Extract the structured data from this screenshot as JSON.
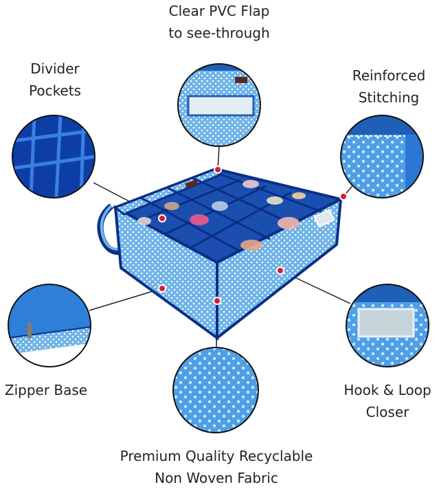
{
  "features": [
    {
      "id": "pvc-flap",
      "lines": [
        "Clear PVC Flap",
        "to see-through"
      ]
    },
    {
      "id": "divider-pockets",
      "lines": [
        "Divider",
        "Pockets"
      ]
    },
    {
      "id": "stitching",
      "lines": [
        "Reinforced",
        "Stitching"
      ]
    },
    {
      "id": "zipper-base",
      "lines": [
        "Zipper Base"
      ]
    },
    {
      "id": "hook-loop",
      "lines": [
        "Hook & Loop",
        "Closer"
      ]
    },
    {
      "id": "fabric",
      "lines": [
        "Premium Quality Recyclable",
        "Non Woven Fabric"
      ]
    }
  ],
  "colors": {
    "fabric_light": "#6fb3e8",
    "fabric_dark": "#1e5fb8",
    "navy": "#0b2f86",
    "marker": "#d21e3c",
    "line": "#222222"
  },
  "icons": [
    "product-organizer-image",
    "divider-closeup-icon",
    "pvc-flap-closeup-icon",
    "stitching-closeup-icon",
    "zipper-closeup-icon",
    "hook-loop-closeup-icon",
    "fabric-closeup-icon"
  ]
}
